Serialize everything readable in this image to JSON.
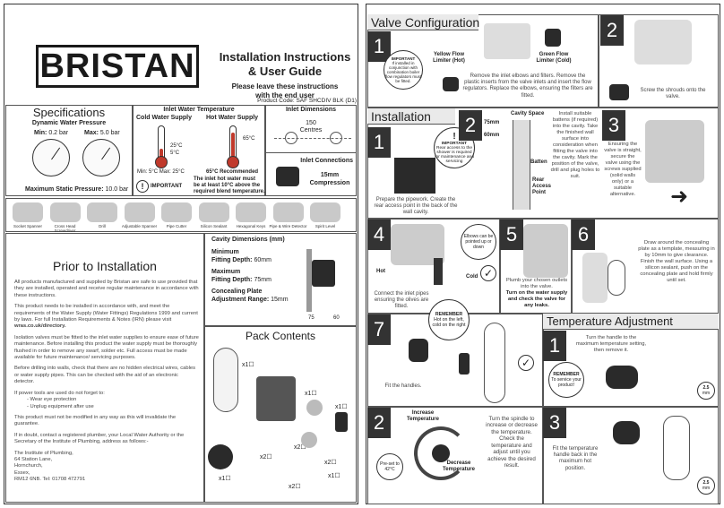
{
  "brand": "BRISTAN",
  "header": {
    "title_line1": "Installation Instructions",
    "title_line2": "& User Guide",
    "subtitle_line1": "Please leave these instructions",
    "subtitle_line2": "with the end user",
    "product_code": "Product Code: SAF SHCDIV BLK (D1)"
  },
  "specifications": {
    "title": "Specifications",
    "pressure_title": "Dynamic Water Pressure",
    "min_label": "Min:",
    "min_value": "0.2 bar",
    "max_label": "Max:",
    "max_value": "5.0 bar",
    "max_static": "Maximum Static Pressure:",
    "max_static_value": "10.0 bar",
    "inlet_temp_title": "Inlet Water Temperature",
    "cold_supply": "Cold Water Supply",
    "hot_supply": "Hot Water Supply",
    "cold_25": "25°C",
    "cold_5": "5°C",
    "hot_65": "65°C",
    "min_max_temp": "Min: 5°C Max: 25°C",
    "hot_recommended": "65°C Recommended",
    "important": "IMPORTANT",
    "important_text_1": "The inlet hot water must",
    "important_text_2": "be at least 10°C above the",
    "important_text_3": "required blend temperature.",
    "inlet_dim_title": "Inlet Dimensions",
    "centres_value": "150",
    "centres_label": "Centres",
    "inlet_conn_title": "Inlet Connections",
    "inlet_conn_value_1": "15mm",
    "inlet_conn_value_2": "Compression"
  },
  "tools": [
    {
      "label": "Socket Spanner"
    },
    {
      "label": "Cross Head Screwdriver"
    },
    {
      "label": "Drill"
    },
    {
      "label": "Adjustable Spanner"
    },
    {
      "label": "Pipe Cutter"
    },
    {
      "label": "Silicon Sealant"
    },
    {
      "label": "Hexagonal Keys"
    },
    {
      "label": "Pipe & Wire Detector"
    },
    {
      "label": "Spirit Level"
    }
  ],
  "prior": {
    "title": "Prior to Installation",
    "p1": "All products manufactured and supplied by Bristan are safe to use provided that they are installed, operated and receive regular maintenance in accordance with these instructions.",
    "p2": "This product needs to be installed in accordance with, and meet the requirements of the Water Supply (Water Fittings) Regulations 1999 and current by laws. For full Installation Requirements & Notes (IRN) please visit",
    "p2_link": "wras.co.uk/directory.",
    "p3": "Isolation valves must be fitted to the inlet water supplies to ensure ease of future maintenance. Before installing this product the water supply must be thoroughly flushed in order to remove any swarf, solder etc. Full access must be made available for future maintenance/ servicing purposes.",
    "p4": "Before drilling into walls, check that there are no hidden electrical wires, cables or water supply pipes. This can be checked with the aid of an electronic detector.",
    "p5": "If power tools are used do not forget to:",
    "p5_a": "- Wear eye protection",
    "p5_b": "- Unplug equipment after use",
    "p6": "This product must not be modified in any way as this will invalidate the guarantee.",
    "p7": "If in doubt, contact a registered plumber, your Local Water Authority or the Secretary of the Institute of Plumbing, address as follows:-",
    "addr1": "The Institute of Plumbing,",
    "addr2": "64 Station Lane,",
    "addr3": "Hornchurch,",
    "addr4": "Essex,",
    "addr5": "RM12 6NB. Tel: 01708 472791"
  },
  "cavity": {
    "title": "Cavity Dimensions (mm)",
    "min_label": "Minimum",
    "min_text": "Fitting Depth:",
    "min_value": "60mm",
    "max_label": "Maximum",
    "max_text": "Fitting Depth:",
    "max_value": "75mm",
    "plate_label": "Concealing Plate",
    "plate_text": "Adjustment Range:",
    "plate_value": "15mm",
    "dim_a": "75",
    "dim_b": "60"
  },
  "pack": {
    "title": "Pack Contents",
    "q1": "x1",
    "q2": "x1",
    "q3": "x1",
    "q4": "x2",
    "q5": "x2",
    "q6": "x2",
    "q7": "x1",
    "q8": "x2",
    "q9": "x1"
  },
  "valve_config": {
    "title": "Valve Configuration",
    "step1": "1",
    "step2": "2",
    "important": "IMPORTANT",
    "important_text": "If installed in conjunction with combination boiler flow regulators must be fitted.",
    "yellow_label_1": "Yellow Flow",
    "yellow_label_2": "Limiter (Hot)",
    "green_label_1": "Green Flow",
    "green_label_2": "Limiter (Cold)",
    "step1_text": "Remove the inlet elbows and filters. Remove the plastic inserts from the valve inlets and insert the flow regulators. Replace the elbows, ensuring the filters are fitted.",
    "step2_text": "Screw the shrouds onto the valve."
  },
  "installation": {
    "title": "Installation",
    "s1": "1",
    "s2": "2",
    "s3": "3",
    "s4": "4",
    "s5": "5",
    "s6": "6",
    "s7": "7",
    "important": "IMPORTANT",
    "important_text": "Rear access to the shower is required for maintenance and servicing",
    "s1_text": "Prepare the pipework. Create the rear access point in the back of the wall cavity.",
    "dim_75": "75mm",
    "dim_60": "60mm",
    "cavity_space": "Cavity Space",
    "batten": "Batten",
    "rear_access": "Rear Access Point",
    "s2_text": "Install suitable battens (if required) into the cavity. Take the finished wall surface into consideration when fitting the valve into the cavity. Mark the position of the valve, drill and plug holes to suit.",
    "s3_text": "Ensuring the valve is straight, secure the valve using the screws supplied (solid walls only) or a suitable alternative.",
    "hot": "Hot",
    "cold": "Cold",
    "elbows_note": "Elbows can be pointed up or down",
    "s4_text": "Connect the inlet pipes ensuring the olives are fitted.",
    "s5_text_1": "Plumb your chosen outlets into the valve.",
    "s5_text_2": "Turn on the water supply and check the valve for any leaks.",
    "s6_text": "Draw around the concealing plate as a template, measuring in by 10mm to give clearance. Finish the wall surface. Using a silicon sealant, push on the concealing plate and hold firmly until set.",
    "remember": "REMEMBER",
    "remember_text": "Hot on the left, cold on the right",
    "s7_text": "Fit the handles."
  },
  "temperature": {
    "title": "Temperature Adjustment",
    "s1": "1",
    "s2": "2",
    "s3": "3",
    "s1_text": "Turn the handle to the maximum temperature setting, then remove it.",
    "remember": "REMEMBER",
    "remember_text": "To service your product!",
    "hex": "2.5",
    "mm": "mm",
    "increase": "Increase Temperature",
    "decrease": "Decrease Temperature",
    "preset": "Pre-set to 42°C",
    "s2_text": "Turn the spindle to increase or decrease the temperature. Check the temperature and adjust until you achieve the desired result.",
    "s3_text": "Fit the temperature handle back in the maximum hot position."
  }
}
